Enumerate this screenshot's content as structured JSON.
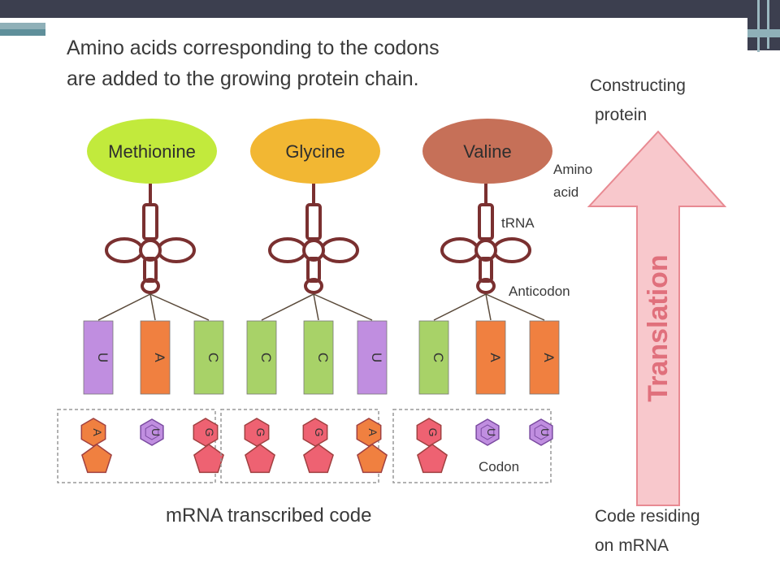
{
  "header": {
    "line1": "Amino acids corresponding to the codons",
    "line2": "are added to the growing protein chain."
  },
  "side_labels": {
    "constructing_line1": "Constructing",
    "constructing_line2": "protein",
    "amino_line1": "Amino",
    "amino_line2": "acid",
    "trna": "tRNA",
    "anticodon": "Anticodon",
    "codon": "Codon",
    "code_line1": "Code residing",
    "code_line2": "on mRNA"
  },
  "arrow": {
    "label": "Translation",
    "fill": "#f8c8cc",
    "stroke": "#e88a92",
    "text_color": "#e0707c"
  },
  "mrna_label": "mRNA transcribed code",
  "colors": {
    "methionine": "#c2ea3c",
    "glycine": "#f2b733",
    "valine": "#c67058",
    "U": "#c08ee0",
    "A": "#f08040",
    "C": "#a8d268",
    "G": "#ee6272",
    "trna": "#7a3030"
  },
  "groups": [
    {
      "amino_acid": "Methionine",
      "anticodons": [
        "U",
        "A",
        "C"
      ],
      "codons": [
        "A",
        "U",
        "G"
      ]
    },
    {
      "amino_acid": "Glycine",
      "anticodons": [
        "C",
        "C",
        "U"
      ],
      "codons": [
        "G",
        "G",
        "A"
      ]
    },
    {
      "amino_acid": "Valine",
      "anticodons": [
        "C",
        "A",
        "A"
      ],
      "codons": [
        "G",
        "U",
        "U"
      ]
    }
  ]
}
